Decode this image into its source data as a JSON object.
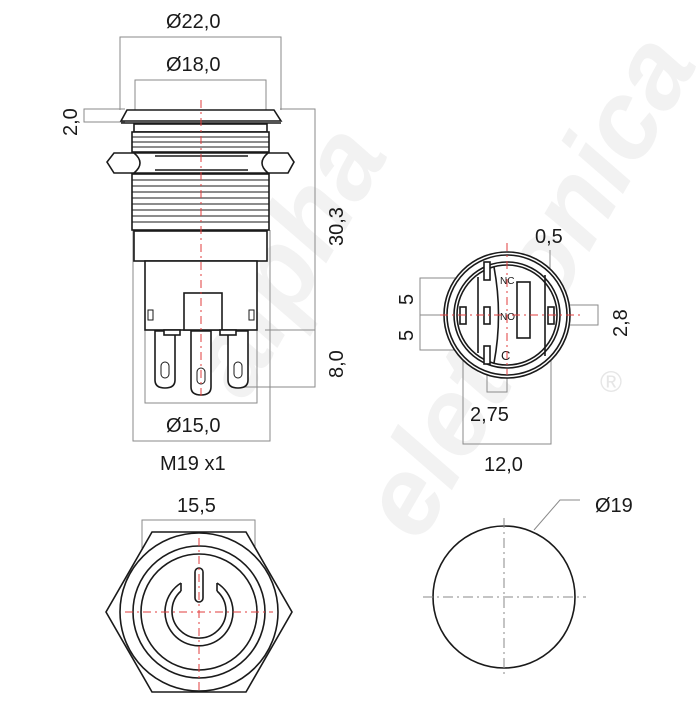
{
  "drawing": {
    "title": "Pushbutton switch technical drawing",
    "watermark": {
      "line1": "alpha",
      "line2": "elettronica",
      "registered": "®"
    },
    "side_view": {
      "bezel_diameter": "Ø22,0",
      "head_diameter": "Ø18,0",
      "bezel_height": "2,0",
      "overall_length": "30,3",
      "terminal_length": "8,0",
      "body_diameter": "Ø15,0",
      "thread": "M19 x1"
    },
    "bottom_view": {
      "pin_pitch_upper": "5",
      "pin_pitch_lower": "5",
      "terminal_thickness": "0,5",
      "terminal_width": "2,8",
      "tab_width": "2,75",
      "body_width": "12,0",
      "pin_labels": [
        "NC",
        "NO",
        "C"
      ]
    },
    "front_view": {
      "across_flats": "15,5",
      "symbol": "power-symbol"
    },
    "panel_cutout": {
      "hole_diameter": "Ø19"
    }
  }
}
